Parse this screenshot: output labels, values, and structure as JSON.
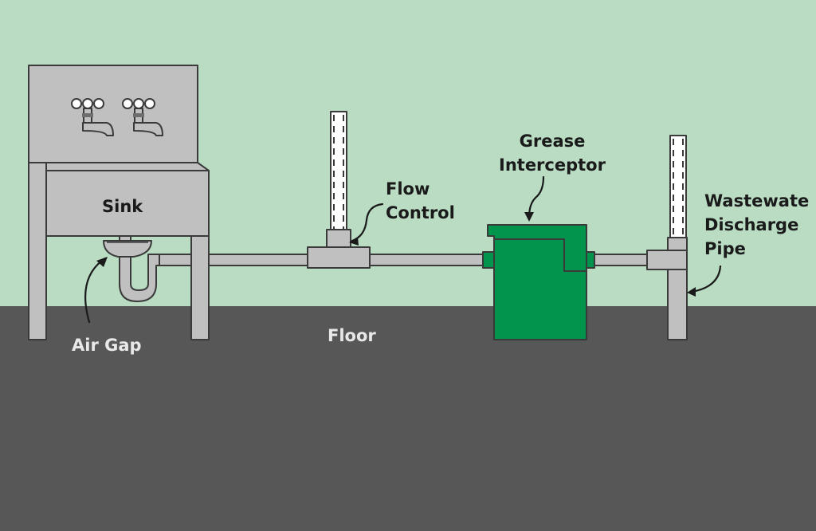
{
  "labels": {
    "sink": "Sink",
    "air_gap": "Air Gap",
    "floor": "Floor",
    "flow_control": [
      "Flow",
      "Control"
    ],
    "grease_interceptor": [
      "Grease",
      "Interceptor"
    ],
    "wastewater_discharge_pipe": [
      "Wastewate",
      "Discharge",
      "Pipe"
    ]
  },
  "colors": {
    "wall": "#b9dcc3",
    "floor": "#575757",
    "fixture_gray": "#c0c0c0",
    "outline": "#3a3a3a",
    "interceptor_green": "#00944c",
    "vent_white": "#ffffff",
    "label_dark": "#1a1a1a",
    "label_light": "#e8e8e8"
  }
}
